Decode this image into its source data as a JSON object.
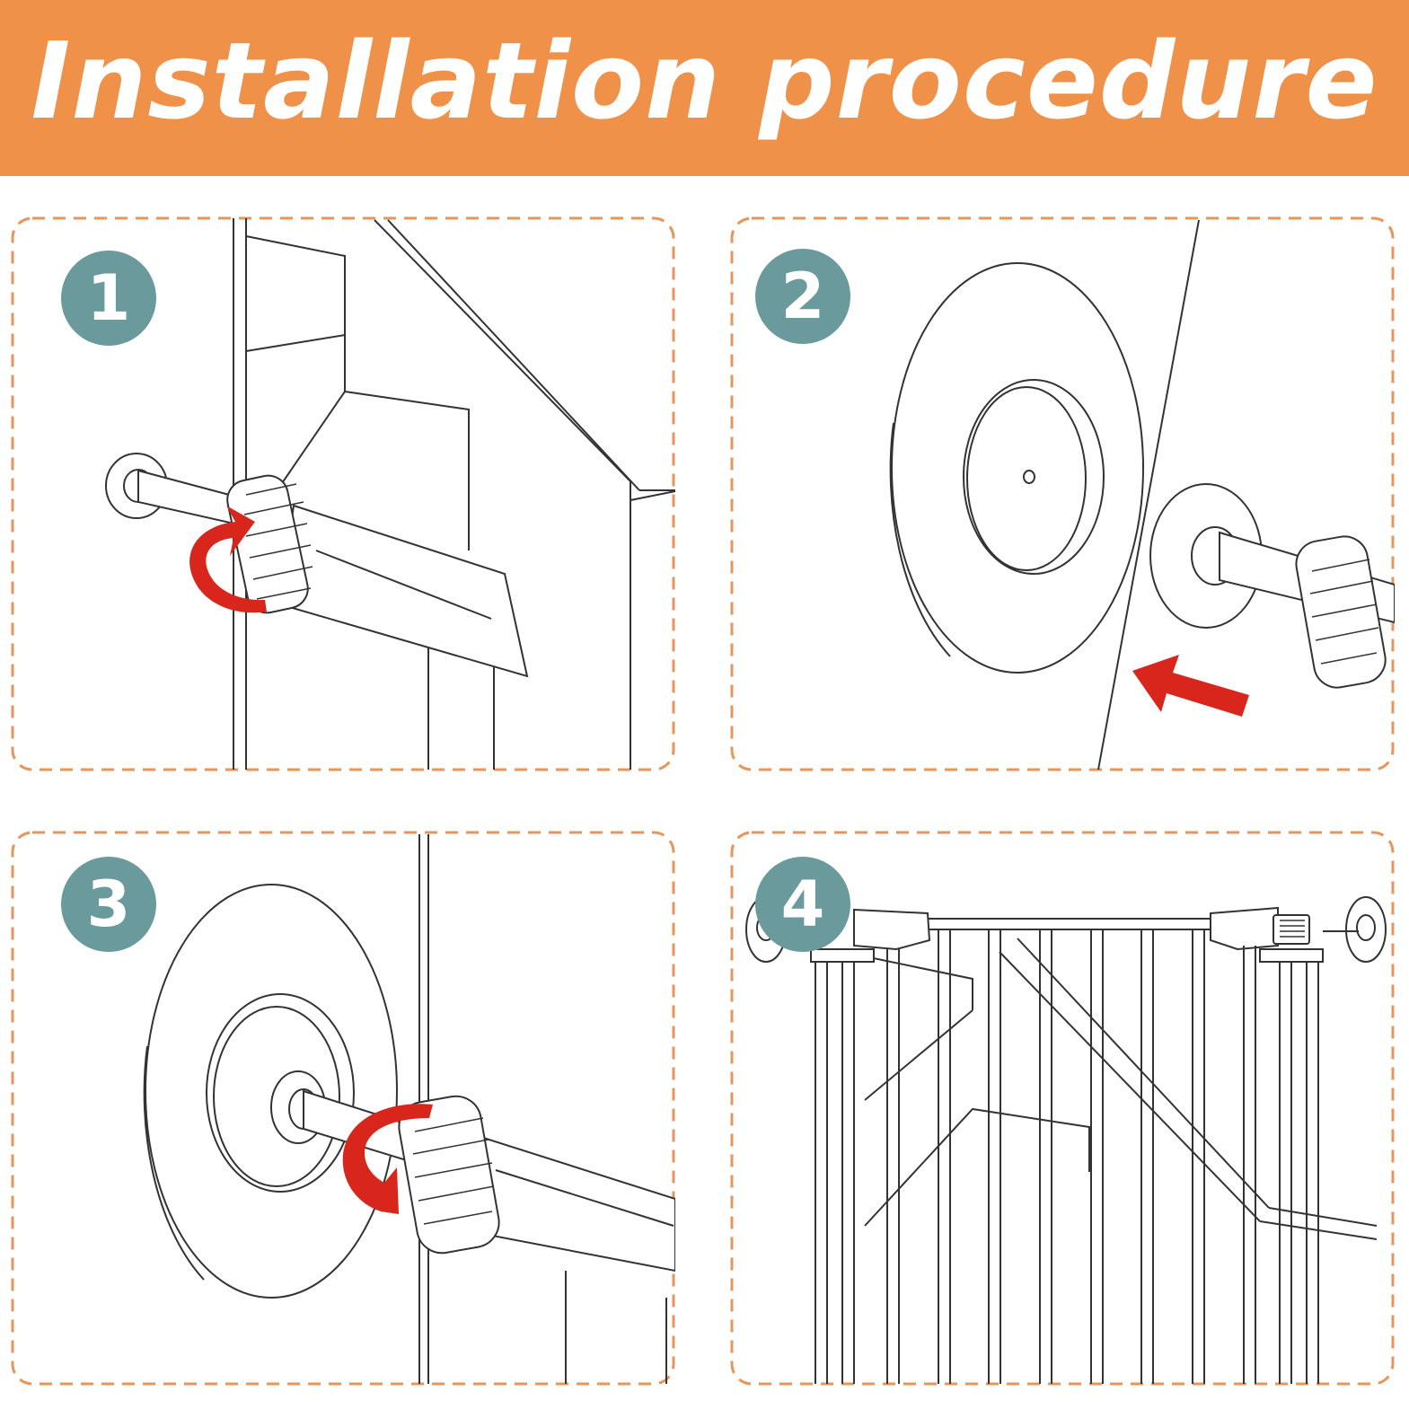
{
  "banner": {
    "title": "Installation procedure"
  },
  "colors": {
    "banner_bg": "#f0914a",
    "badge_bg": "#6a9a9c",
    "frame": "#e8955a",
    "arrow": "#d8261c",
    "line": "#333333"
  },
  "icons": {
    "step1": "rotate-arrow-icon",
    "step2": "push-arrow-icon",
    "step3": "rotate-arrow-icon"
  },
  "steps": [
    {
      "number": "1"
    },
    {
      "number": "2"
    },
    {
      "number": "3"
    },
    {
      "number": "4"
    }
  ]
}
